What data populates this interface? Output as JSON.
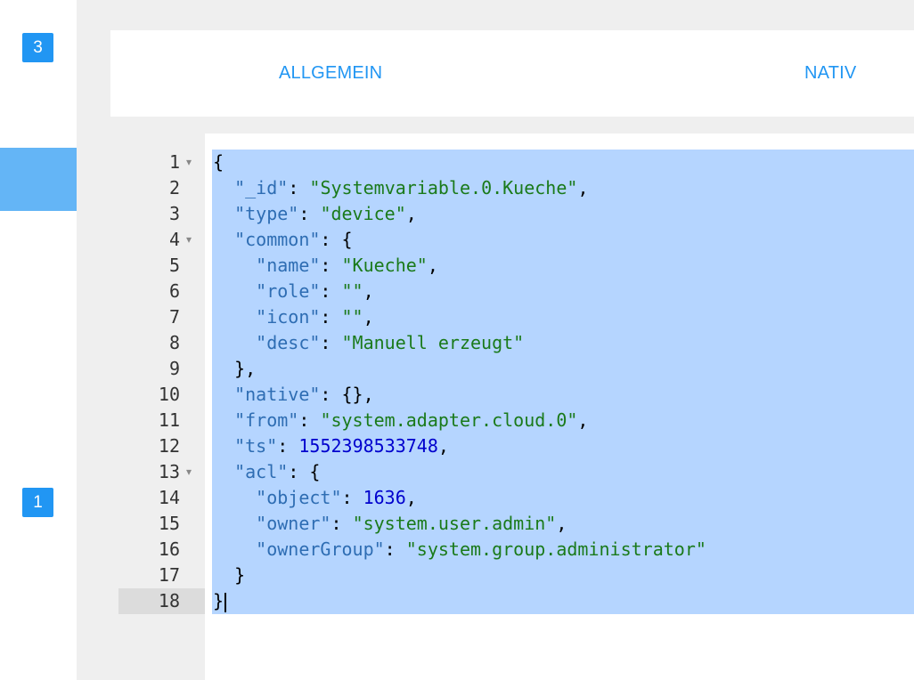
{
  "sidebar": {
    "badge_top": "3",
    "badge_bottom": "1"
  },
  "tabs": {
    "allgemein": "ALLGEMEIN",
    "nativ": "NATIV"
  },
  "editor": {
    "lines": [
      {
        "num": "1",
        "fold": true,
        "tokens": [
          [
            "p",
            "{"
          ]
        ]
      },
      {
        "num": "2",
        "fold": false,
        "tokens": [
          [
            "p",
            "  "
          ],
          [
            "k",
            "\"_id\""
          ],
          [
            "p",
            ": "
          ],
          [
            "s",
            "\"Systemvariable.0.Kueche\""
          ],
          [
            "p",
            ","
          ]
        ]
      },
      {
        "num": "3",
        "fold": false,
        "tokens": [
          [
            "p",
            "  "
          ],
          [
            "k",
            "\"type\""
          ],
          [
            "p",
            ": "
          ],
          [
            "s",
            "\"device\""
          ],
          [
            "p",
            ","
          ]
        ]
      },
      {
        "num": "4",
        "fold": true,
        "tokens": [
          [
            "p",
            "  "
          ],
          [
            "k",
            "\"common\""
          ],
          [
            "p",
            ": {"
          ]
        ]
      },
      {
        "num": "5",
        "fold": false,
        "tokens": [
          [
            "p",
            "    "
          ],
          [
            "k",
            "\"name\""
          ],
          [
            "p",
            ": "
          ],
          [
            "s",
            "\"Kueche\""
          ],
          [
            "p",
            ","
          ]
        ]
      },
      {
        "num": "6",
        "fold": false,
        "tokens": [
          [
            "p",
            "    "
          ],
          [
            "k",
            "\"role\""
          ],
          [
            "p",
            ": "
          ],
          [
            "s",
            "\"\""
          ],
          [
            "p",
            ","
          ]
        ]
      },
      {
        "num": "7",
        "fold": false,
        "tokens": [
          [
            "p",
            "    "
          ],
          [
            "k",
            "\"icon\""
          ],
          [
            "p",
            ": "
          ],
          [
            "s",
            "\"\""
          ],
          [
            "p",
            ","
          ]
        ]
      },
      {
        "num": "8",
        "fold": false,
        "tokens": [
          [
            "p",
            "    "
          ],
          [
            "k",
            "\"desc\""
          ],
          [
            "p",
            ": "
          ],
          [
            "s",
            "\"Manuell erzeugt\""
          ]
        ]
      },
      {
        "num": "9",
        "fold": false,
        "tokens": [
          [
            "p",
            "  },"
          ]
        ]
      },
      {
        "num": "10",
        "fold": false,
        "tokens": [
          [
            "p",
            "  "
          ],
          [
            "k",
            "\"native\""
          ],
          [
            "p",
            ": {},"
          ]
        ]
      },
      {
        "num": "11",
        "fold": false,
        "tokens": [
          [
            "p",
            "  "
          ],
          [
            "k",
            "\"from\""
          ],
          [
            "p",
            ": "
          ],
          [
            "s",
            "\"system.adapter.cloud.0\""
          ],
          [
            "p",
            ","
          ]
        ]
      },
      {
        "num": "12",
        "fold": false,
        "tokens": [
          [
            "p",
            "  "
          ],
          [
            "k",
            "\"ts\""
          ],
          [
            "p",
            ": "
          ],
          [
            "n",
            "1552398533748"
          ],
          [
            "p",
            ","
          ]
        ]
      },
      {
        "num": "13",
        "fold": true,
        "tokens": [
          [
            "p",
            "  "
          ],
          [
            "k",
            "\"acl\""
          ],
          [
            "p",
            ": {"
          ]
        ]
      },
      {
        "num": "14",
        "fold": false,
        "tokens": [
          [
            "p",
            "    "
          ],
          [
            "k",
            "\"object\""
          ],
          [
            "p",
            ": "
          ],
          [
            "n",
            "1636"
          ],
          [
            "p",
            ","
          ]
        ]
      },
      {
        "num": "15",
        "fold": false,
        "tokens": [
          [
            "p",
            "    "
          ],
          [
            "k",
            "\"owner\""
          ],
          [
            "p",
            ": "
          ],
          [
            "s",
            "\"system.user.admin\""
          ],
          [
            "p",
            ","
          ]
        ]
      },
      {
        "num": "16",
        "fold": false,
        "tokens": [
          [
            "p",
            "    "
          ],
          [
            "k",
            "\"ownerGroup\""
          ],
          [
            "p",
            ": "
          ],
          [
            "s",
            "\"system.group.administrator\""
          ]
        ]
      },
      {
        "num": "17",
        "fold": false,
        "tokens": [
          [
            "p",
            "  }"
          ]
        ]
      },
      {
        "num": "18",
        "fold": false,
        "active": true,
        "tokens": [
          [
            "p",
            "}"
          ]
        ]
      }
    ]
  },
  "colors": {
    "accent": "#2196f3",
    "selection": "#b5d5ff",
    "key": "#2e6db3",
    "string": "#1a7a1a",
    "number": "#0000cd"
  }
}
